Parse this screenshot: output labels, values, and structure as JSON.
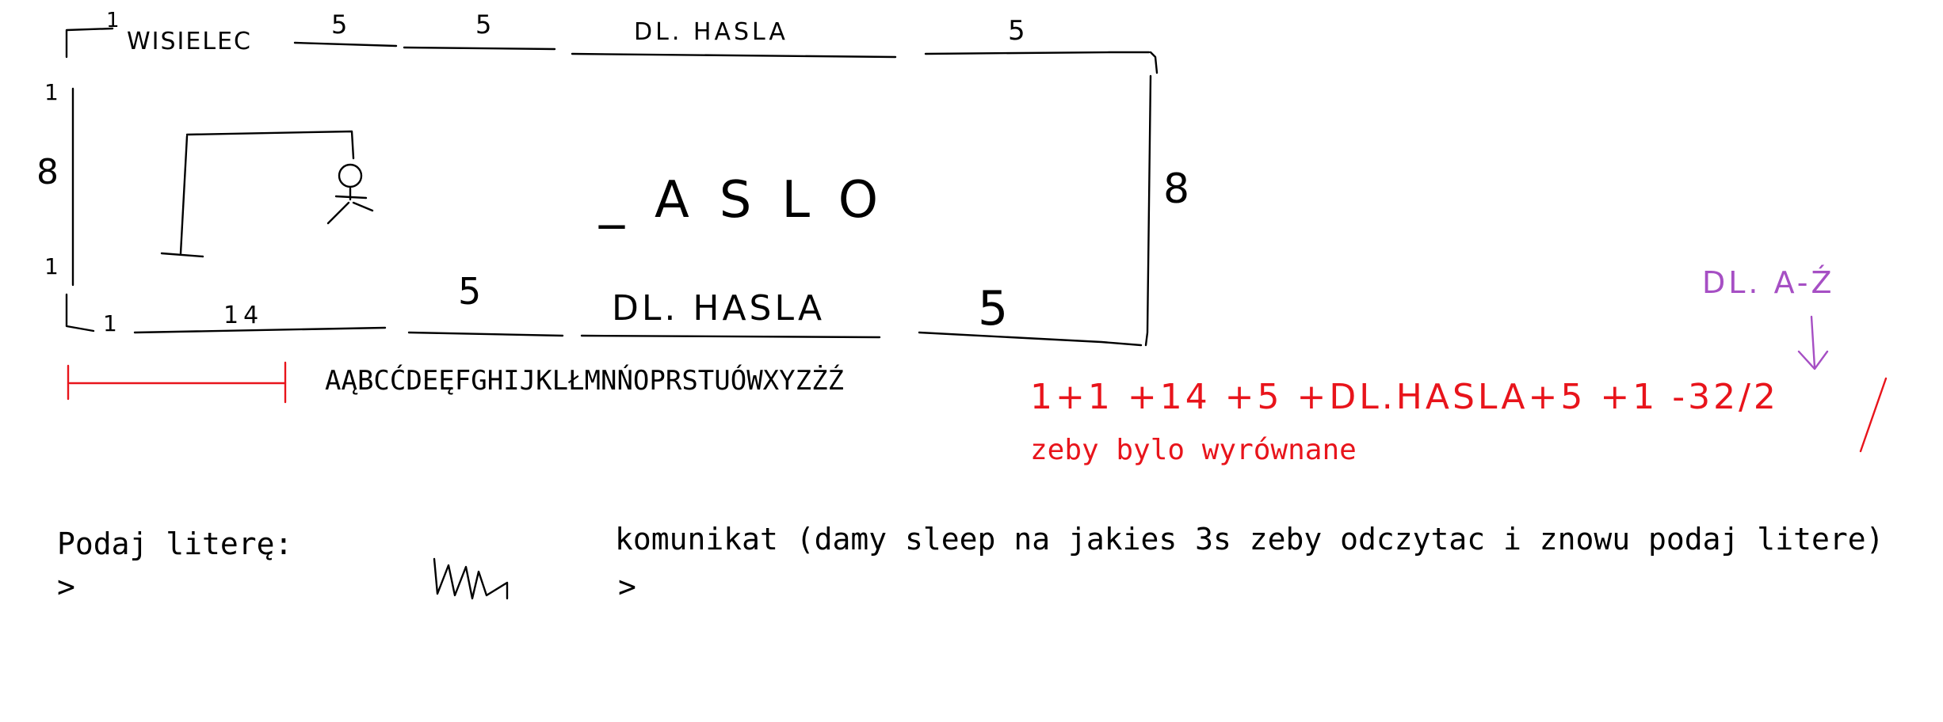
{
  "title": "WISIELEC",
  "top_segments": {
    "corner": "1",
    "after_title": "5",
    "second": "5",
    "middle": "DL. HASLA",
    "right": "5"
  },
  "side_labels": {
    "left_top": "1",
    "left_height": "8",
    "left_bottom": "1",
    "right_height": "8"
  },
  "center_word": "_ASLO",
  "bottom_segments": {
    "corner": "1",
    "alphabet_width": "14",
    "second": "5",
    "middle": "DL. HASLA",
    "right": "5"
  },
  "alphabet": "AĄBCĆDEĘFGHIJKLŁMNŃOPRSTUÓWXYZŻŹ",
  "formula": {
    "text": "1+1 +14 +5  +DL.HASLA+5 +1 -32/2",
    "note": "zeby bylo wyrównane",
    "annotation": "DL. A-Ź"
  },
  "prompt": {
    "label": "Podaj literę:",
    "cursor": ">"
  },
  "message": {
    "label": "komunikat (damy sleep na jakies 3s zeby odczytac i znowu podaj litere)",
    "cursor": ">"
  },
  "colors": {
    "ink": "#000000",
    "formula_red": "#e8141b",
    "annotation_purple": "#a64fc4"
  }
}
